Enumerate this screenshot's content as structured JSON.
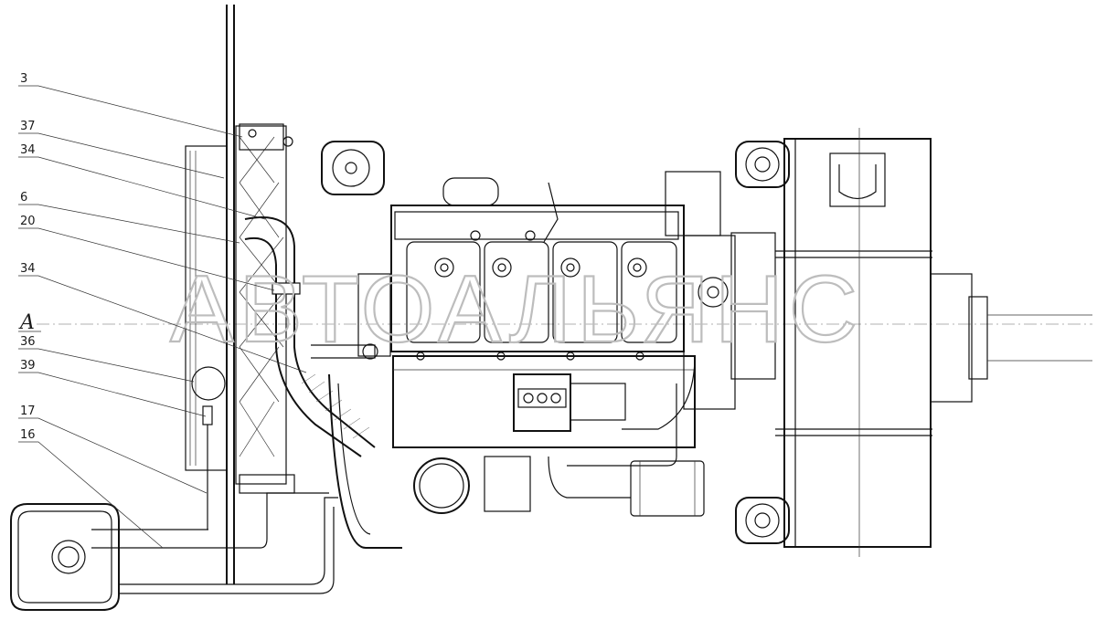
{
  "callouts": [
    {
      "label": "3"
    },
    {
      "label": "37"
    },
    {
      "label": "34"
    },
    {
      "label": "6"
    },
    {
      "label": "20"
    },
    {
      "label": "34"
    },
    {
      "label": "A"
    },
    {
      "label": "36"
    },
    {
      "label": "39"
    },
    {
      "label": "17"
    },
    {
      "label": "16"
    }
  ],
  "watermark": {
    "text": "АВТОАЛЬЯНС",
    "color": "#bdbdbd"
  },
  "colors": {
    "line": "#111111",
    "background": "#ffffff"
  }
}
